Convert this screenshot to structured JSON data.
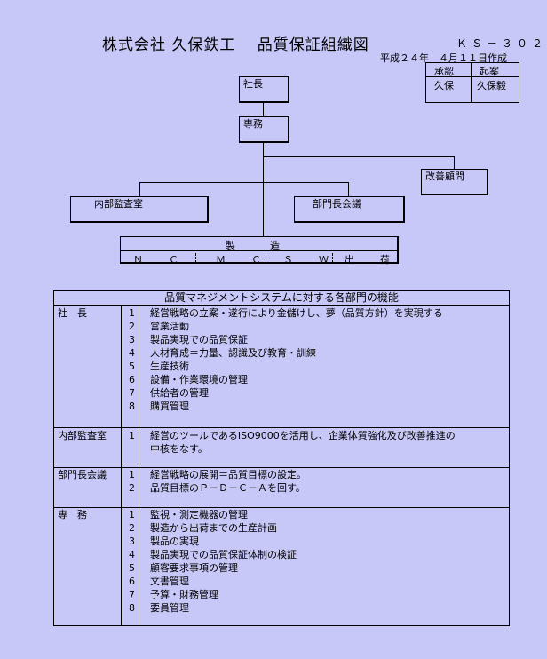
{
  "header": {
    "title": "株式会社 久保鉄工　 品質保証組織図",
    "doc_no": "ＫＳ－３０２",
    "date": "平成２４年　４月１１日作成"
  },
  "approval": {
    "head_approve": "承認",
    "head_draft": "起案",
    "approver": "久保",
    "drafter": "久保毅"
  },
  "org": {
    "president": "社長",
    "executive": "専務",
    "improvement": "改善顧問",
    "internal_audit": "内部監査室",
    "dept_meeting": "部門長会議",
    "manufacturing": "製　造",
    "sections": [
      "Ｎ　Ｃ",
      "Ｍ　Ｃ",
      "Ｓ　Ｗ",
      "出　荷"
    ]
  },
  "table": {
    "heading": "品質マネジメントシステムに対する各部門の機能",
    "groups": [
      {
        "role": "社　長",
        "items": [
          {
            "n": "1",
            "t": "経営戦略の立案・遂行により金儲けし、夢（品質方針）を実現する"
          },
          {
            "n": "2",
            "t": "営業活動"
          },
          {
            "n": "3",
            "t": "製品実現での品質保証"
          },
          {
            "n": "4",
            "t": "人材育成＝力量、認識及び教育・訓練"
          },
          {
            "n": "5",
            "t": "生産技術"
          },
          {
            "n": "6",
            "t": "設備・作業環境の管理"
          },
          {
            "n": "7",
            "t": "供給者の管理"
          },
          {
            "n": "8",
            "t": "購買管理"
          }
        ]
      },
      {
        "role": "内部監査室",
        "items": [
          {
            "n": "1",
            "t": "経営のツールであるISO9000を活用し、企業体質強化及び改善推進の"
          },
          {
            "n": "",
            "t": "中核をなす。"
          }
        ]
      },
      {
        "role": "部門長会議",
        "items": [
          {
            "n": "1",
            "t": "経営戦略の展開＝品質目標の設定。"
          },
          {
            "n": "2",
            "t": "品質目標のＰ－Ｄ－Ｃ－Ａを回す。"
          }
        ]
      },
      {
        "role": "専　務",
        "items": [
          {
            "n": "1",
            "t": "監視・測定機器の管理"
          },
          {
            "n": "2",
            "t": "製造から出荷までの生産計画"
          },
          {
            "n": "3",
            "t": "製品の実現"
          },
          {
            "n": "4",
            "t": "製品実現での品質保証体制の検証"
          },
          {
            "n": "5",
            "t": "顧客要求事項の管理"
          },
          {
            "n": "6",
            "t": "文書管理"
          },
          {
            "n": "7",
            "t": "予算・財務管理"
          },
          {
            "n": "8",
            "t": "要員管理"
          }
        ]
      }
    ]
  }
}
